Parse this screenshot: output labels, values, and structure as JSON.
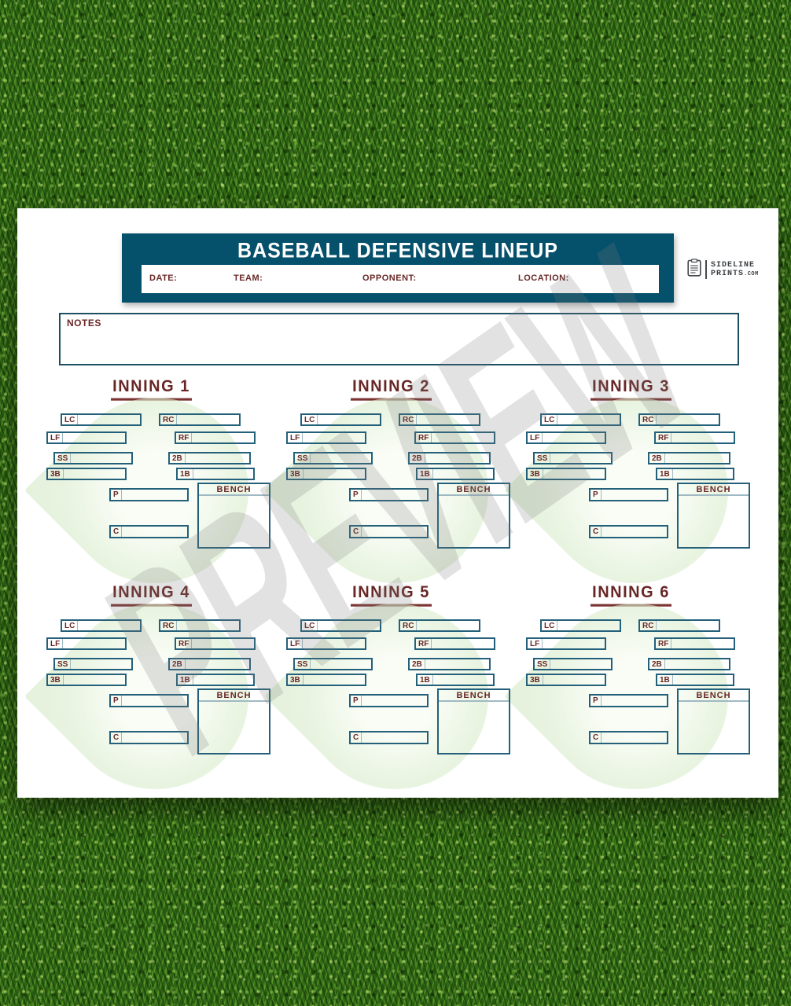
{
  "watermark": {
    "text": "PREVIEW"
  },
  "header": {
    "title": "BASEBALL DEFENSIVE LINEUP",
    "fields": [
      "DATE:",
      "TEAM:",
      "OPPONENT:",
      "LOCATION:"
    ]
  },
  "brand": {
    "icon": "clipboard-icon",
    "line1": "SIDELINE",
    "line2": "PRINTS",
    "suffix": ".COM"
  },
  "notes": {
    "label": "NOTES"
  },
  "innings": {
    "position_labels": {
      "lc": "LC",
      "rc": "RC",
      "lf": "LF",
      "rf": "RF",
      "ss": "SS",
      "2b": "2B",
      "3b": "3B",
      "1b": "1B",
      "p": "P",
      "c": "C",
      "bench": "BENCH"
    },
    "items": [
      {
        "title": "INNING 1"
      },
      {
        "title": "INNING 2"
      },
      {
        "title": "INNING 3"
      },
      {
        "title": "INNING 4"
      },
      {
        "title": "INNING 5"
      },
      {
        "title": "INNING 6"
      }
    ]
  },
  "colors": {
    "banner_teal": "#05506b",
    "label_maroon": "#682726",
    "box_border_teal": "#25607a",
    "grass_green": "#2f6414",
    "watermark_gray": "#e2e2e2",
    "diamond_green": "#dcecd0"
  }
}
